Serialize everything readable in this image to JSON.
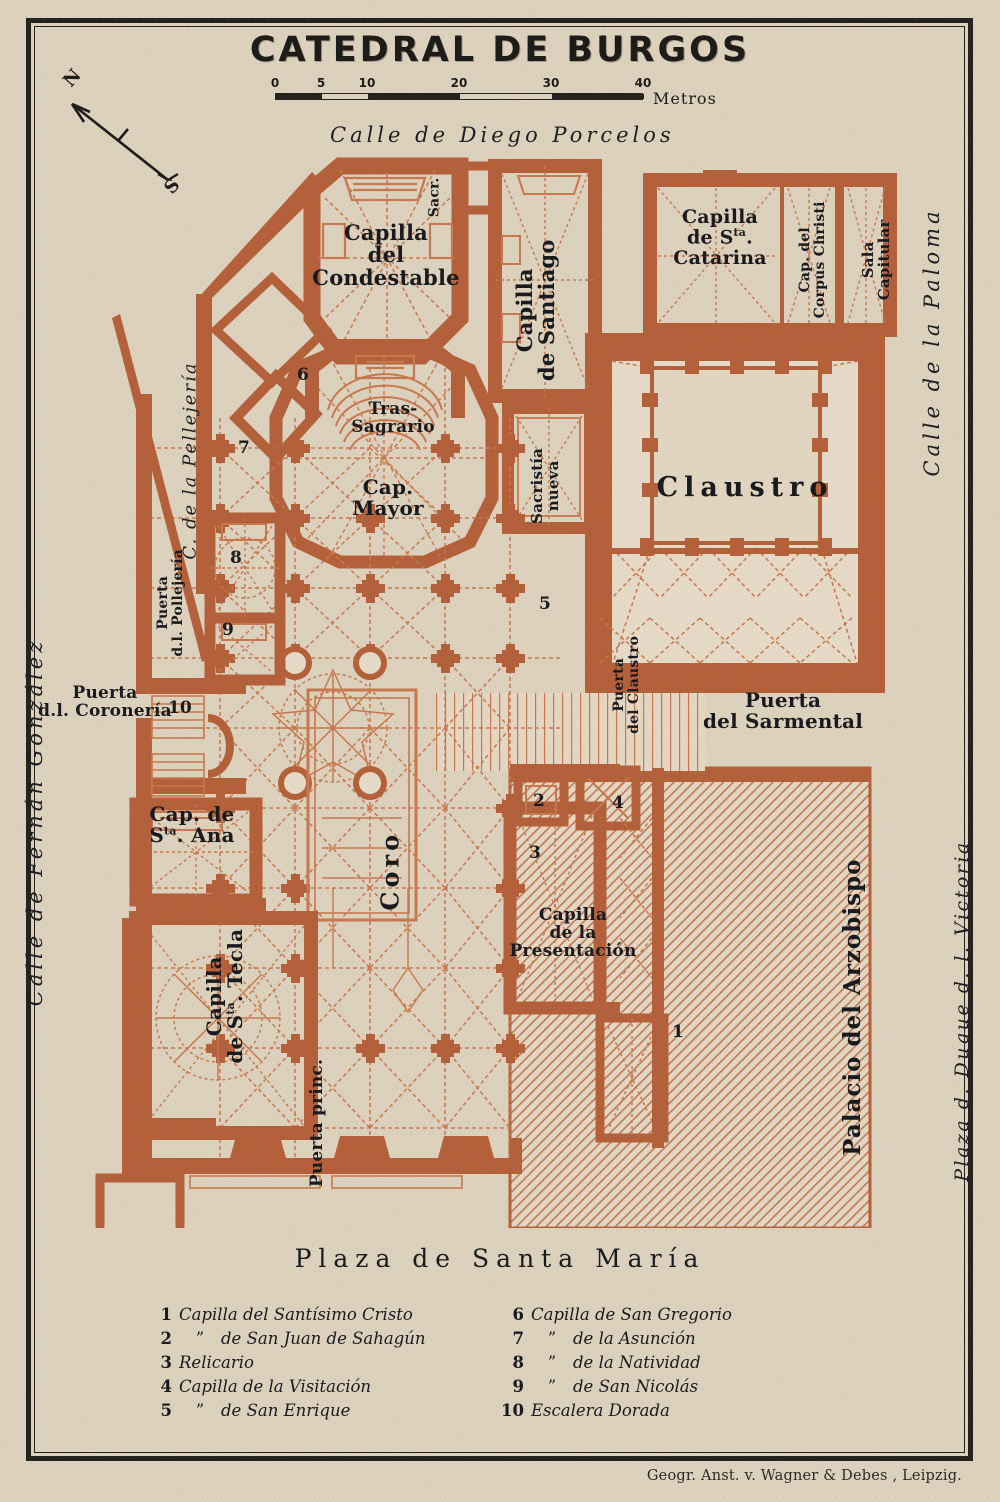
{
  "map": {
    "title": "CATEDRAL DE BURGOS",
    "credit": "Geogr. Anst. v. Wagner & Debes , Leipzig.",
    "colors": {
      "paper": "#ded3bf",
      "masonry": "#b4603a",
      "vault_line": "#c8784f",
      "ink": "#16181d",
      "frame": "#23211e",
      "hatch": "#c07a55"
    }
  },
  "scale": {
    "ticks": [
      "0",
      "5",
      "10",
      "20",
      "30",
      "40"
    ],
    "unit": "Metros"
  },
  "compass": {
    "north_label": "N",
    "south_label": "S"
  },
  "streets": [
    {
      "name": "Calle de Diego Porcelos"
    },
    {
      "name": "Calle de la Paloma"
    },
    {
      "name": "Plaza d. Duque d. l. Victoria"
    },
    {
      "name": "Plaza de Santa María"
    },
    {
      "name": "Calle de Fernán González"
    },
    {
      "name": "C. de la Pellejería"
    }
  ],
  "labels": {
    "capilla_condestable": "Capilla\ndel\nCondestable",
    "sacr": "Sacr.",
    "capilla_santiago": "Capilla\nde Santiago",
    "capilla_sta_catarina": "Capilla\nde Sta.\nCatarina",
    "cap_corpus_christi": "Cap. del\nCorpus Christi",
    "sala_capitular": "Sala\nCapitular",
    "tras_sagrario": "Tras-\nSagrario",
    "cap_mayor": "Cap.\nMayor",
    "sacristia_nueva": "Sacristía\nnueva",
    "claustro": "Claustro",
    "puerta_del_claustro": "Puerta\ndel Claustro",
    "puerta_del_sarmental": "Puerta\ndel Sarmental",
    "puerta_coroneria": "Puerta\nd.l. Coronería",
    "puerta_pollejeria": "Puerta\nd.l. Pollejería",
    "cap_sta_ana": "Cap. de\nSta. Ana",
    "capilla_sta_tecla": "Capilla\nde Sta. Tecla",
    "coro": "Coro",
    "puerta_princ": "Puerta princ.",
    "capilla_presentacion": "Capilla\nde la\nPresentación",
    "palacio_arzobispo": "Palacio del Arzobispo"
  },
  "plan_numbers": [
    "1",
    "2",
    "3",
    "4",
    "5",
    "6",
    "7",
    "8",
    "9",
    "10"
  ],
  "legend": {
    "left": [
      {
        "n": "1",
        "ditto": "",
        "text": "Capilla del Santísimo Cristo"
      },
      {
        "n": "2",
        "ditto": "”",
        "text": "de San Juan de Sahagún"
      },
      {
        "n": "3",
        "ditto": "",
        "text": "Relicario"
      },
      {
        "n": "4",
        "ditto": "",
        "text": "Capilla de la Visitación"
      },
      {
        "n": "5",
        "ditto": "”",
        "text": "de San Enrique"
      }
    ],
    "right": [
      {
        "n": "6",
        "ditto": "",
        "text": "Capilla de San Gregorio"
      },
      {
        "n": "7",
        "ditto": "”",
        "text": "de la Asunción"
      },
      {
        "n": "8",
        "ditto": "”",
        "text": "de la Natividad"
      },
      {
        "n": "9",
        "ditto": "”",
        "text": "de San Nicolás"
      },
      {
        "n": "10",
        "ditto": "",
        "text": "Escalera Dorada"
      }
    ]
  }
}
